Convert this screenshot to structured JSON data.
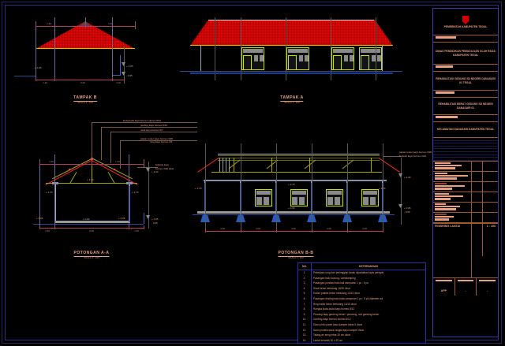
{
  "sheet": {
    "background": "#000000",
    "border_color": "#2e2e80"
  },
  "views": [
    {
      "key": "tampak_b",
      "title": "TAMPAK B",
      "scale": "SKALA 1 : 100",
      "type": "side-elevation",
      "dims_top": [
        "1.40",
        "1.40"
      ],
      "dims_bottom": [
        "1.40",
        "6.00",
        "1.00"
      ],
      "levels": [
        "+ 0.05",
        "- 0.05"
      ]
    },
    {
      "key": "tampak_a",
      "title": "TAMPAK A",
      "scale": "SKALA 1 : 100",
      "type": "front-elevation",
      "unit_count": 4
    },
    {
      "key": "potongan_aa",
      "title": "POTONGAN A-A",
      "scale": "SKALA 1 : 100",
      "type": "cross-section",
      "dims_top": [
        "1.40",
        "1.40"
      ],
      "dims_bottom": [
        "1.40",
        "6.00",
        "1.00"
      ],
      "levels": [
        "+ 2.70",
        "+ 2.70",
        "+ 3.40",
        "+ 0.05",
        "- 0.05",
        "+ 0.00",
        "+ 0.00"
      ]
    },
    {
      "key": "potongan_bb",
      "title": "POTONGAN B-B",
      "scale": "SKALA 1 : 100",
      "type": "longitudinal-section",
      "dims_bottom": [
        "4.00",
        "4.00",
        "4.00",
        "4.00",
        "4.00"
      ],
      "levels": [
        "+ 2.70",
        "+ 2.70",
        "+ 3.40",
        "+ 0.05",
        "- 0.05",
        "+ 0.00"
      ]
    }
  ],
  "annotations": {
    "roof_notes": [
      "kuda-kuda kayu borneo ukuran 8/12",
      "gording kayu borneo 8/12",
      "usuk kayu borneo 5/7",
      "reng kayu borneo 2/3",
      "papan reuter kayu borneo 3/20",
      "lisplank kayu borneo 3/20"
    ],
    "side_note_aa": [
      "lisplank kayu",
      "borneo 3/20 dicat"
    ],
    "side_note_bb": [
      "papan reuter kayu borneo 3/20",
      "lisplank kayu borneo 3/20"
    ]
  },
  "keterangan": {
    "header_no": "NO.",
    "header_desc": "KETERANGAN",
    "rows": [
      {
        "no": "1.",
        "desc": "Pekerjaan urug dan peninggian tanah dipadatkan lapis perlapis"
      },
      {
        "no": "2.",
        "desc": "Pasangan batu kosong / aanstamping"
      },
      {
        "no": "3.",
        "desc": "Pasangan pondasi batu kali campuran 1 pc : 5 ps"
      },
      {
        "no": "4.",
        "desc": "Sloof beton bertulang 15/20 dicor"
      },
      {
        "no": "5.",
        "desc": "Kolom praktis beton bertulang 13/13 dicor"
      },
      {
        "no": "6.",
        "desc": "Pasangan dinding batu bata campuran 1 pc : 5 ps diplester aci"
      },
      {
        "no": "7.",
        "desc": "Ring balok beton bertulang 13/15 dicor"
      },
      {
        "no": "8.",
        "desc": "Rangka kuda-kuda kayu borneo 8/12"
      },
      {
        "no": "9.",
        "desc": "Penutup atap genteng beton / plentong, nok genteng beton"
      },
      {
        "no": "10.",
        "desc": "Gording kayu borneo ukuran 8/12"
      },
      {
        "no": "11.",
        "desc": "Daun pintu panel kayu kamper kelas II dicat"
      },
      {
        "no": "12.",
        "desc": "Daun jendela kaca rangka kayu kamper dicat"
      },
      {
        "no": "13.",
        "desc": "Talang air seng lebar 30 cm dicat"
      },
      {
        "no": "14.",
        "desc": "Lantai keramik 30 x 30 cm"
      }
    ]
  },
  "titleblock": {
    "logo": "government-crest",
    "lines": [
      "PEMERINTAH KABUPATEN TEGAL",
      "DINAS PENDIDIKAN PEMUDA DAN OLAH RAGA KABUPATEN TEGAL",
      "REHABILITASI GEDUNG SD NEGERI DANASARI 01 TEGAL",
      "REHABILITASI BERAT GEDUNG SD NEGERI DANASARI 01",
      "KECAMATAN DANASARI KABUPATEN TEGAL"
    ],
    "drawing_title": "FINISHING LANTAI",
    "drawing_scale": "1 : 100",
    "footer": {
      "approved_label": "APP",
      "col2": "-",
      "col3": "-"
    }
  }
}
